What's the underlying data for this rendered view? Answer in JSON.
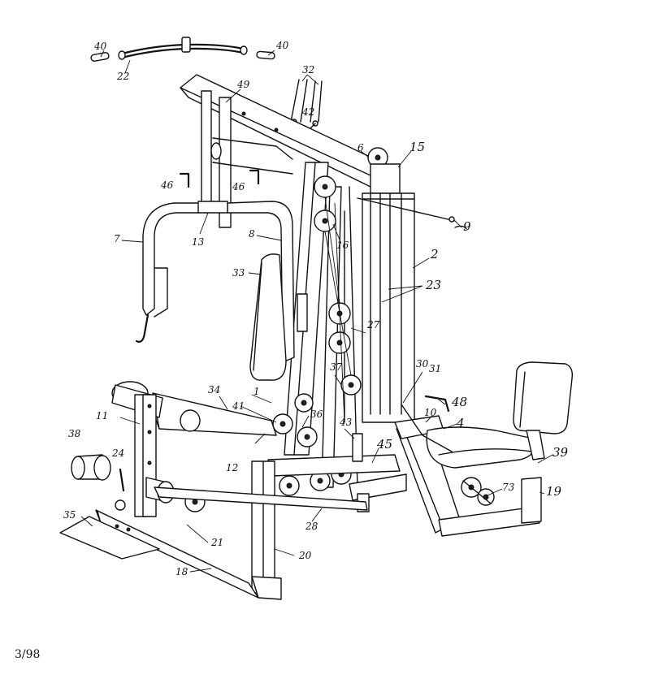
{
  "callouts": {
    "c40a": "40",
    "c40b": "40",
    "c22": "22",
    "c49": "49",
    "c32": "32",
    "c42": "42",
    "c6": "6",
    "c15": "15",
    "c46a": "46",
    "c46b": "46",
    "c7": "7",
    "c13": "13",
    "c8": "8",
    "c16": "16",
    "c9": "9",
    "c2": "2",
    "c33": "33",
    "c23": "23",
    "c27": "27",
    "c37": "37",
    "c30": "30",
    "c31": "31",
    "c48": "48",
    "c34": "34",
    "c1": "1",
    "c41": "41",
    "c36": "36",
    "c11": "11",
    "c10": "10",
    "c4": "4",
    "c43": "43",
    "c45": "45",
    "c39": "39",
    "c38": "38",
    "c24": "24",
    "c12": "12",
    "c73": "73",
    "c19": "19",
    "c28": "28",
    "c35": "35",
    "c21": "21",
    "c20": "20",
    "c18": "18"
  },
  "footer": {
    "code": "3/98"
  }
}
